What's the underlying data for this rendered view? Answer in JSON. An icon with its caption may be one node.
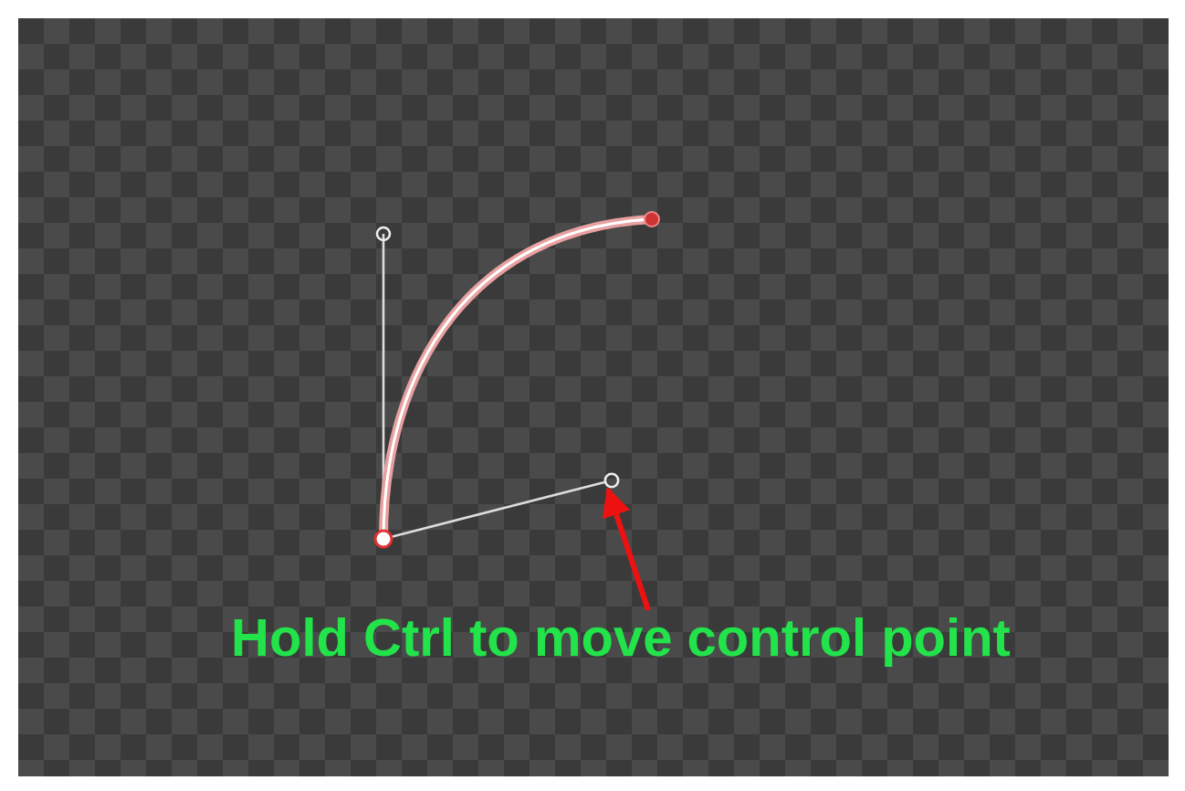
{
  "diagram": {
    "nodes": [
      {
        "text": [
          "Hold Ctrl to move control point"
        ]
      },
      {
        "text": [],
        "shape": "circle"
      }
    ],
    "edges": [
      {
        "from": 0,
        "to": 1,
        "arrow": "to"
      }
    ]
  }
}
